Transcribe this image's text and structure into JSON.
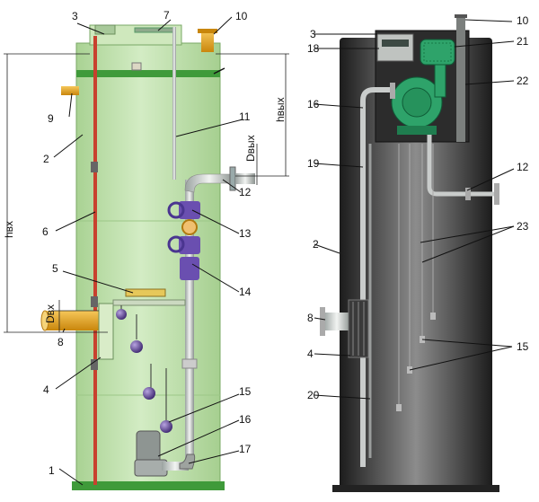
{
  "left_tank": {
    "callouts": [
      "1",
      "2",
      "3",
      "4",
      "5",
      "6",
      "7",
      "8",
      "9",
      "10",
      "11",
      "12",
      "13",
      "14",
      "15",
      "16",
      "17"
    ],
    "dimensions": {
      "h_in": "hвх",
      "h_out": "hвых",
      "d_in": "Dвх",
      "d_out": "Dвых"
    }
  },
  "right_tank": {
    "callouts": [
      "3",
      "18",
      "16",
      "19",
      "2",
      "8",
      "4",
      "20",
      "10",
      "21",
      "22",
      "12",
      "23",
      "15"
    ]
  },
  "colors": {
    "tank_green": "#b9dca4",
    "tank_green_dark": "#8fc07a",
    "rim_green": "#3f9a3a",
    "pipe_orange": "#e0a020",
    "valve_purple": "#6a4fb0",
    "float_purple": "#5a3d8c",
    "pump_green": "#2ea36a",
    "dark_tank": "#2a2a2a"
  }
}
